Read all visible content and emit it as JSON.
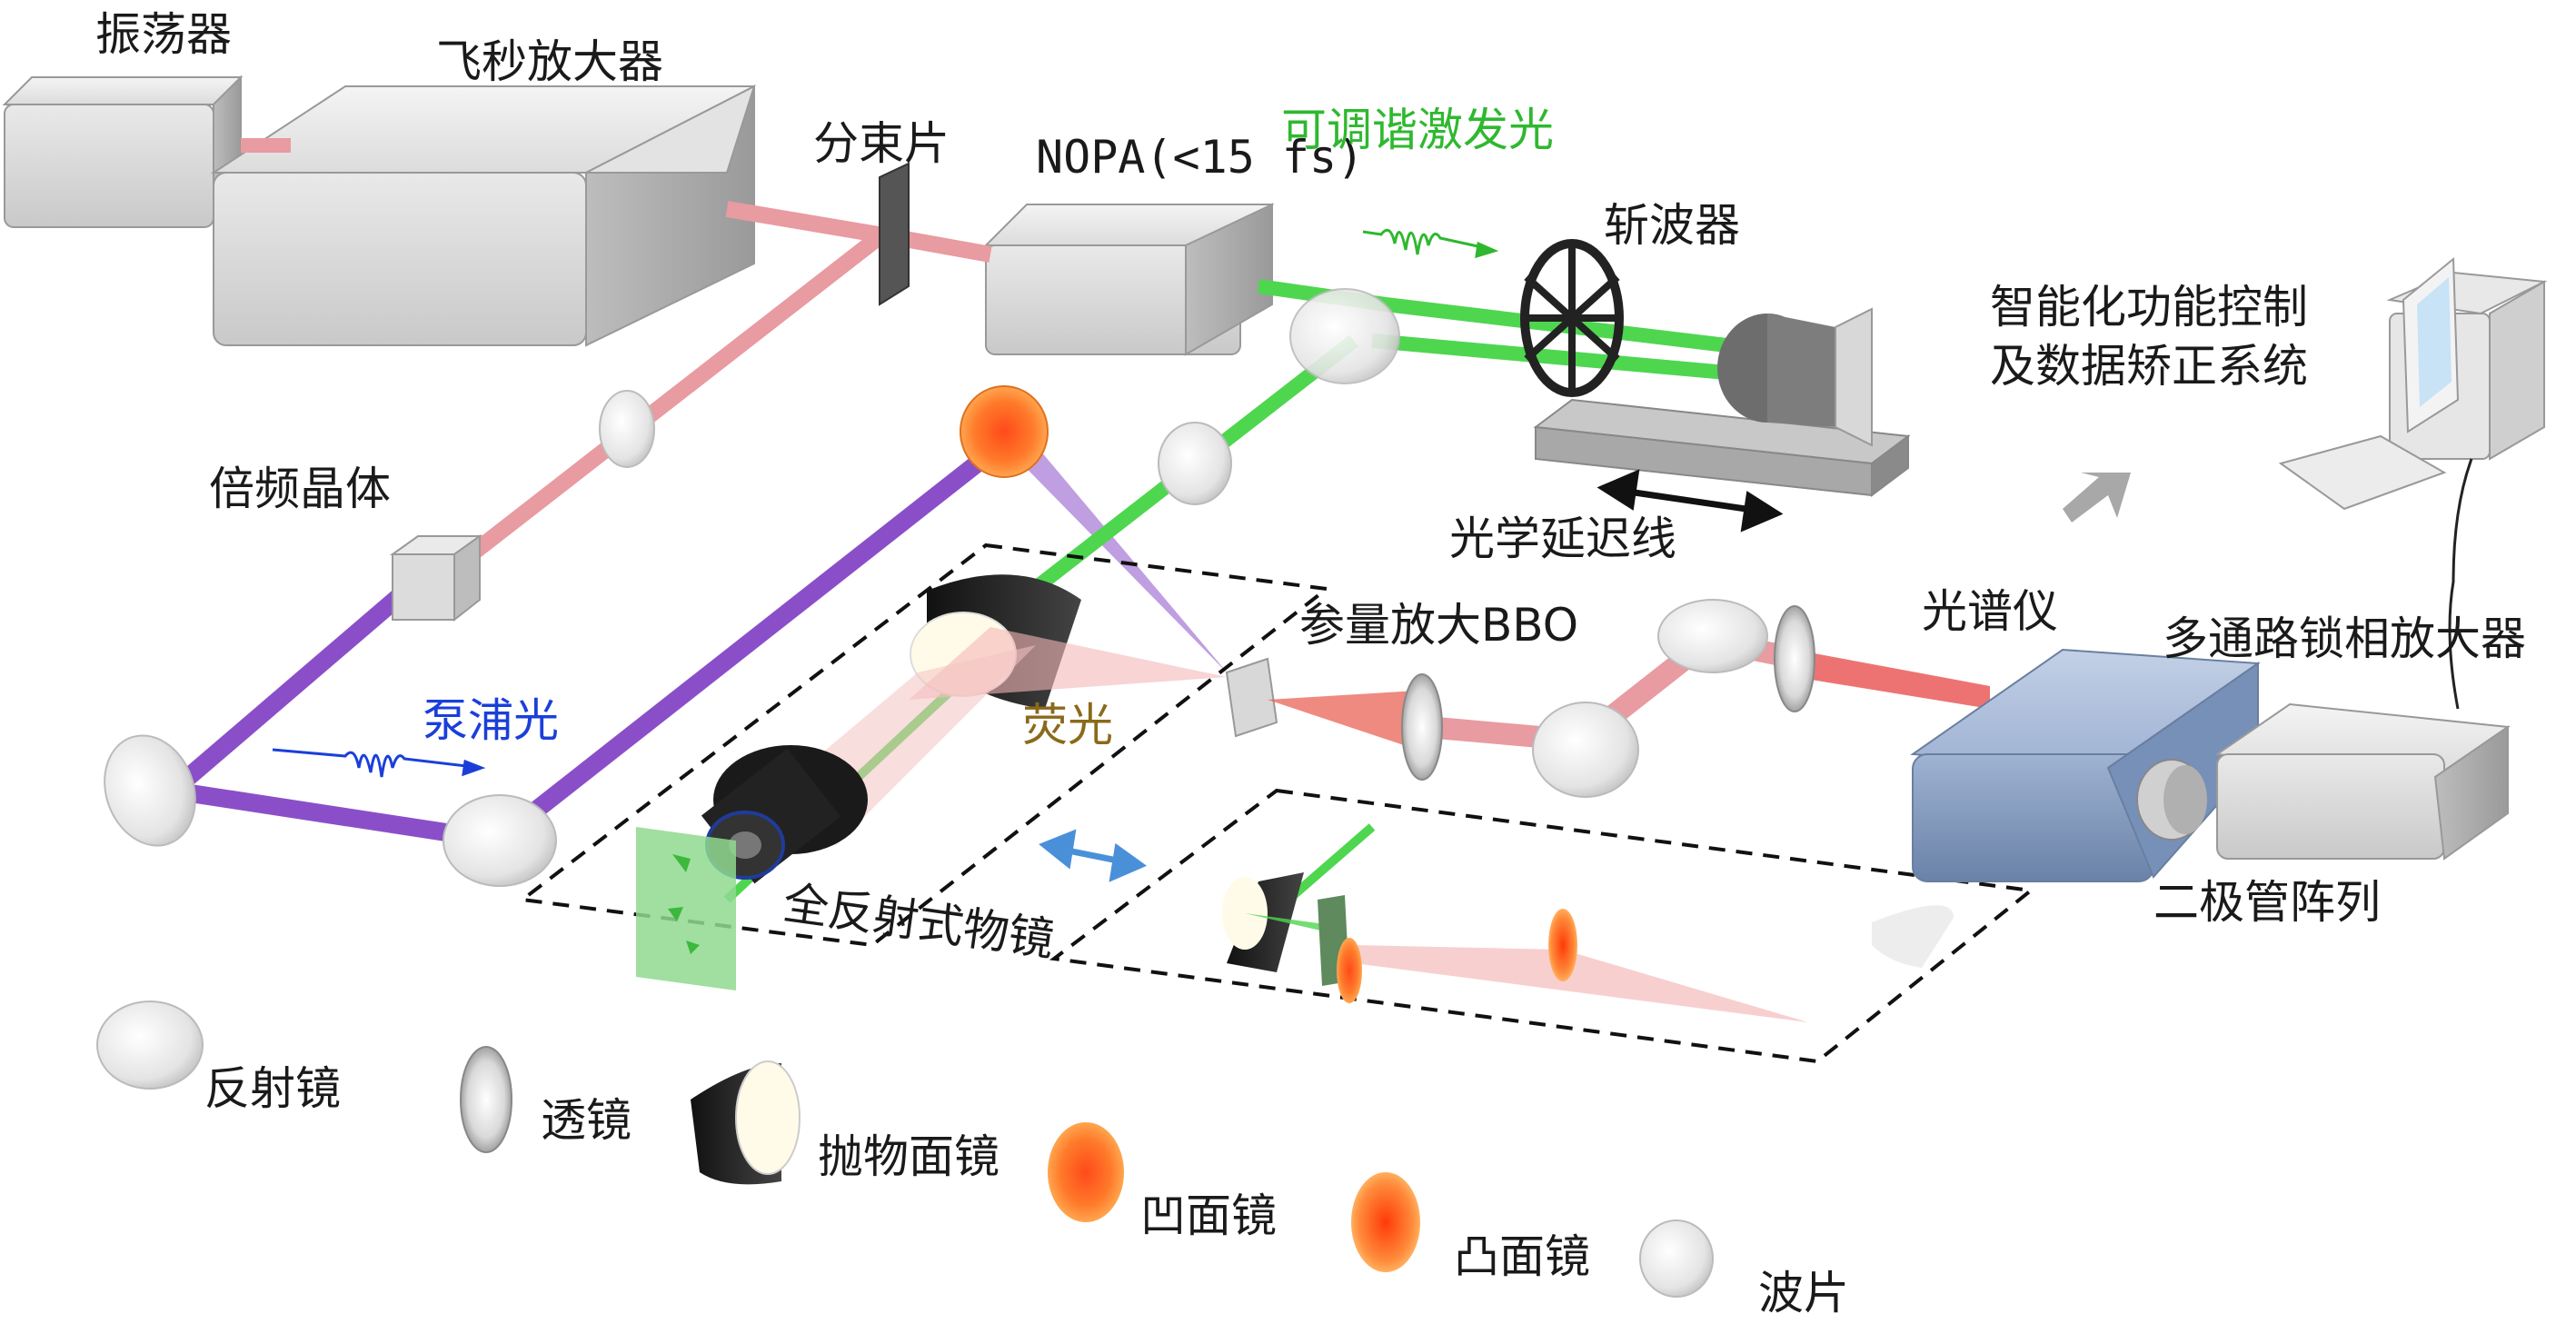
{
  "labels": {
    "oscillator": "振荡器",
    "fs_amplifier": "飞秒放大器",
    "beam_splitter": "分束片",
    "nopa": "NOPA(<15 fs)",
    "tunable_excitation": "可调谐激发光",
    "chopper": "斩波器",
    "optical_delay": "光学延迟线",
    "smart_control_line1": "智能化功能控制",
    "smart_control_line2": "及数据矫正系统",
    "doubling_crystal": "倍频晶体",
    "pump_light": "泵浦光",
    "parametric_amp": "参量放大BBO",
    "fluorescence": "荧光",
    "spectrometer": "光谱仪",
    "multichannel_lockin": "多通路锁相放大器",
    "photodiode_array": "二极管阵列",
    "reflective_objective": "全反射式物镜"
  },
  "legend": [
    {
      "label": "反射镜",
      "icon": "mirror-icon"
    },
    {
      "label": "透镜",
      "icon": "lens-icon"
    },
    {
      "label": "抛物面镜",
      "icon": "parabolic-mirror-icon"
    },
    {
      "label": "凹面镜",
      "icon": "concave-mirror-icon"
    },
    {
      "label": "凸面镜",
      "icon": "convex-mirror-icon"
    },
    {
      "label": "波片",
      "icon": "waveplate-icon"
    }
  ],
  "colors": {
    "red_beam": "#e89ba0",
    "green_beam": "#3fd03f",
    "violet_beam": "#8a4fc8",
    "pump_label": "#1a3fd9",
    "tunable_label": "#2fb82f",
    "fluorescence_label": "#8a6a1a",
    "spectrometer_body": "#7f96b8"
  }
}
